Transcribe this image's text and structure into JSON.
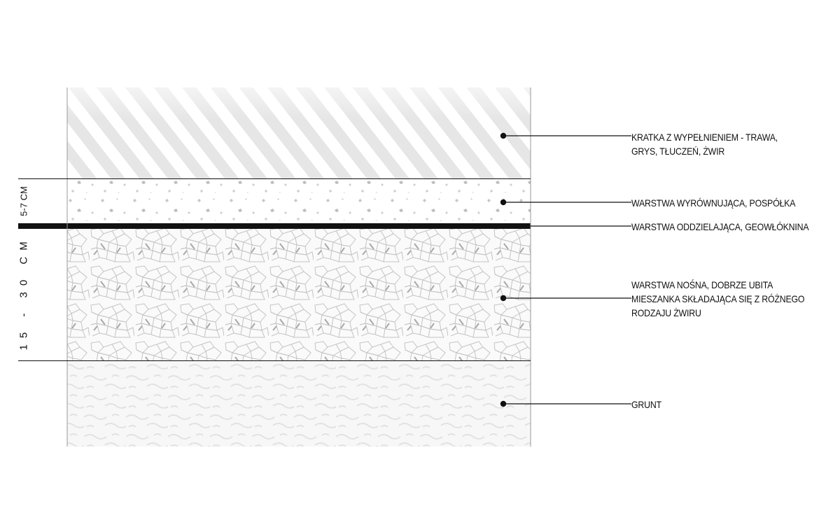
{
  "dimensions": {
    "top": "5-7 CM",
    "bottom": "15 - 30 CM"
  },
  "layers": [
    {
      "id": "kratka",
      "lines": [
        "KRATKA Z WYPEŁNIENIEM - TRAWA,",
        "GRYS, TŁUCZEŃ, ŻWIR"
      ]
    },
    {
      "id": "wyrownujaca",
      "lines": [
        "WARSTWA WYRÓWNUJĄCA, POSPÓŁKA"
      ]
    },
    {
      "id": "oddzielajaca",
      "lines": [
        "WARSTWA ODDZIELAJĄCA, GEOWŁÓKNINA"
      ]
    },
    {
      "id": "nosna",
      "lines": [
        "WARSTWA NOŚNA, DOBRZE UBITA",
        "MIESZANKA SKŁADAJĄCA SIĘ Z RÓŻNEGO",
        "RODZAJU ŻWIRU"
      ]
    },
    {
      "id": "grunt",
      "lines": [
        "GRUNT"
      ]
    }
  ],
  "colors": {
    "ink": "#111111",
    "hatch": "#e6e6e6",
    "gravel": "#bdbdbd",
    "soil": "#eeeeee"
  }
}
